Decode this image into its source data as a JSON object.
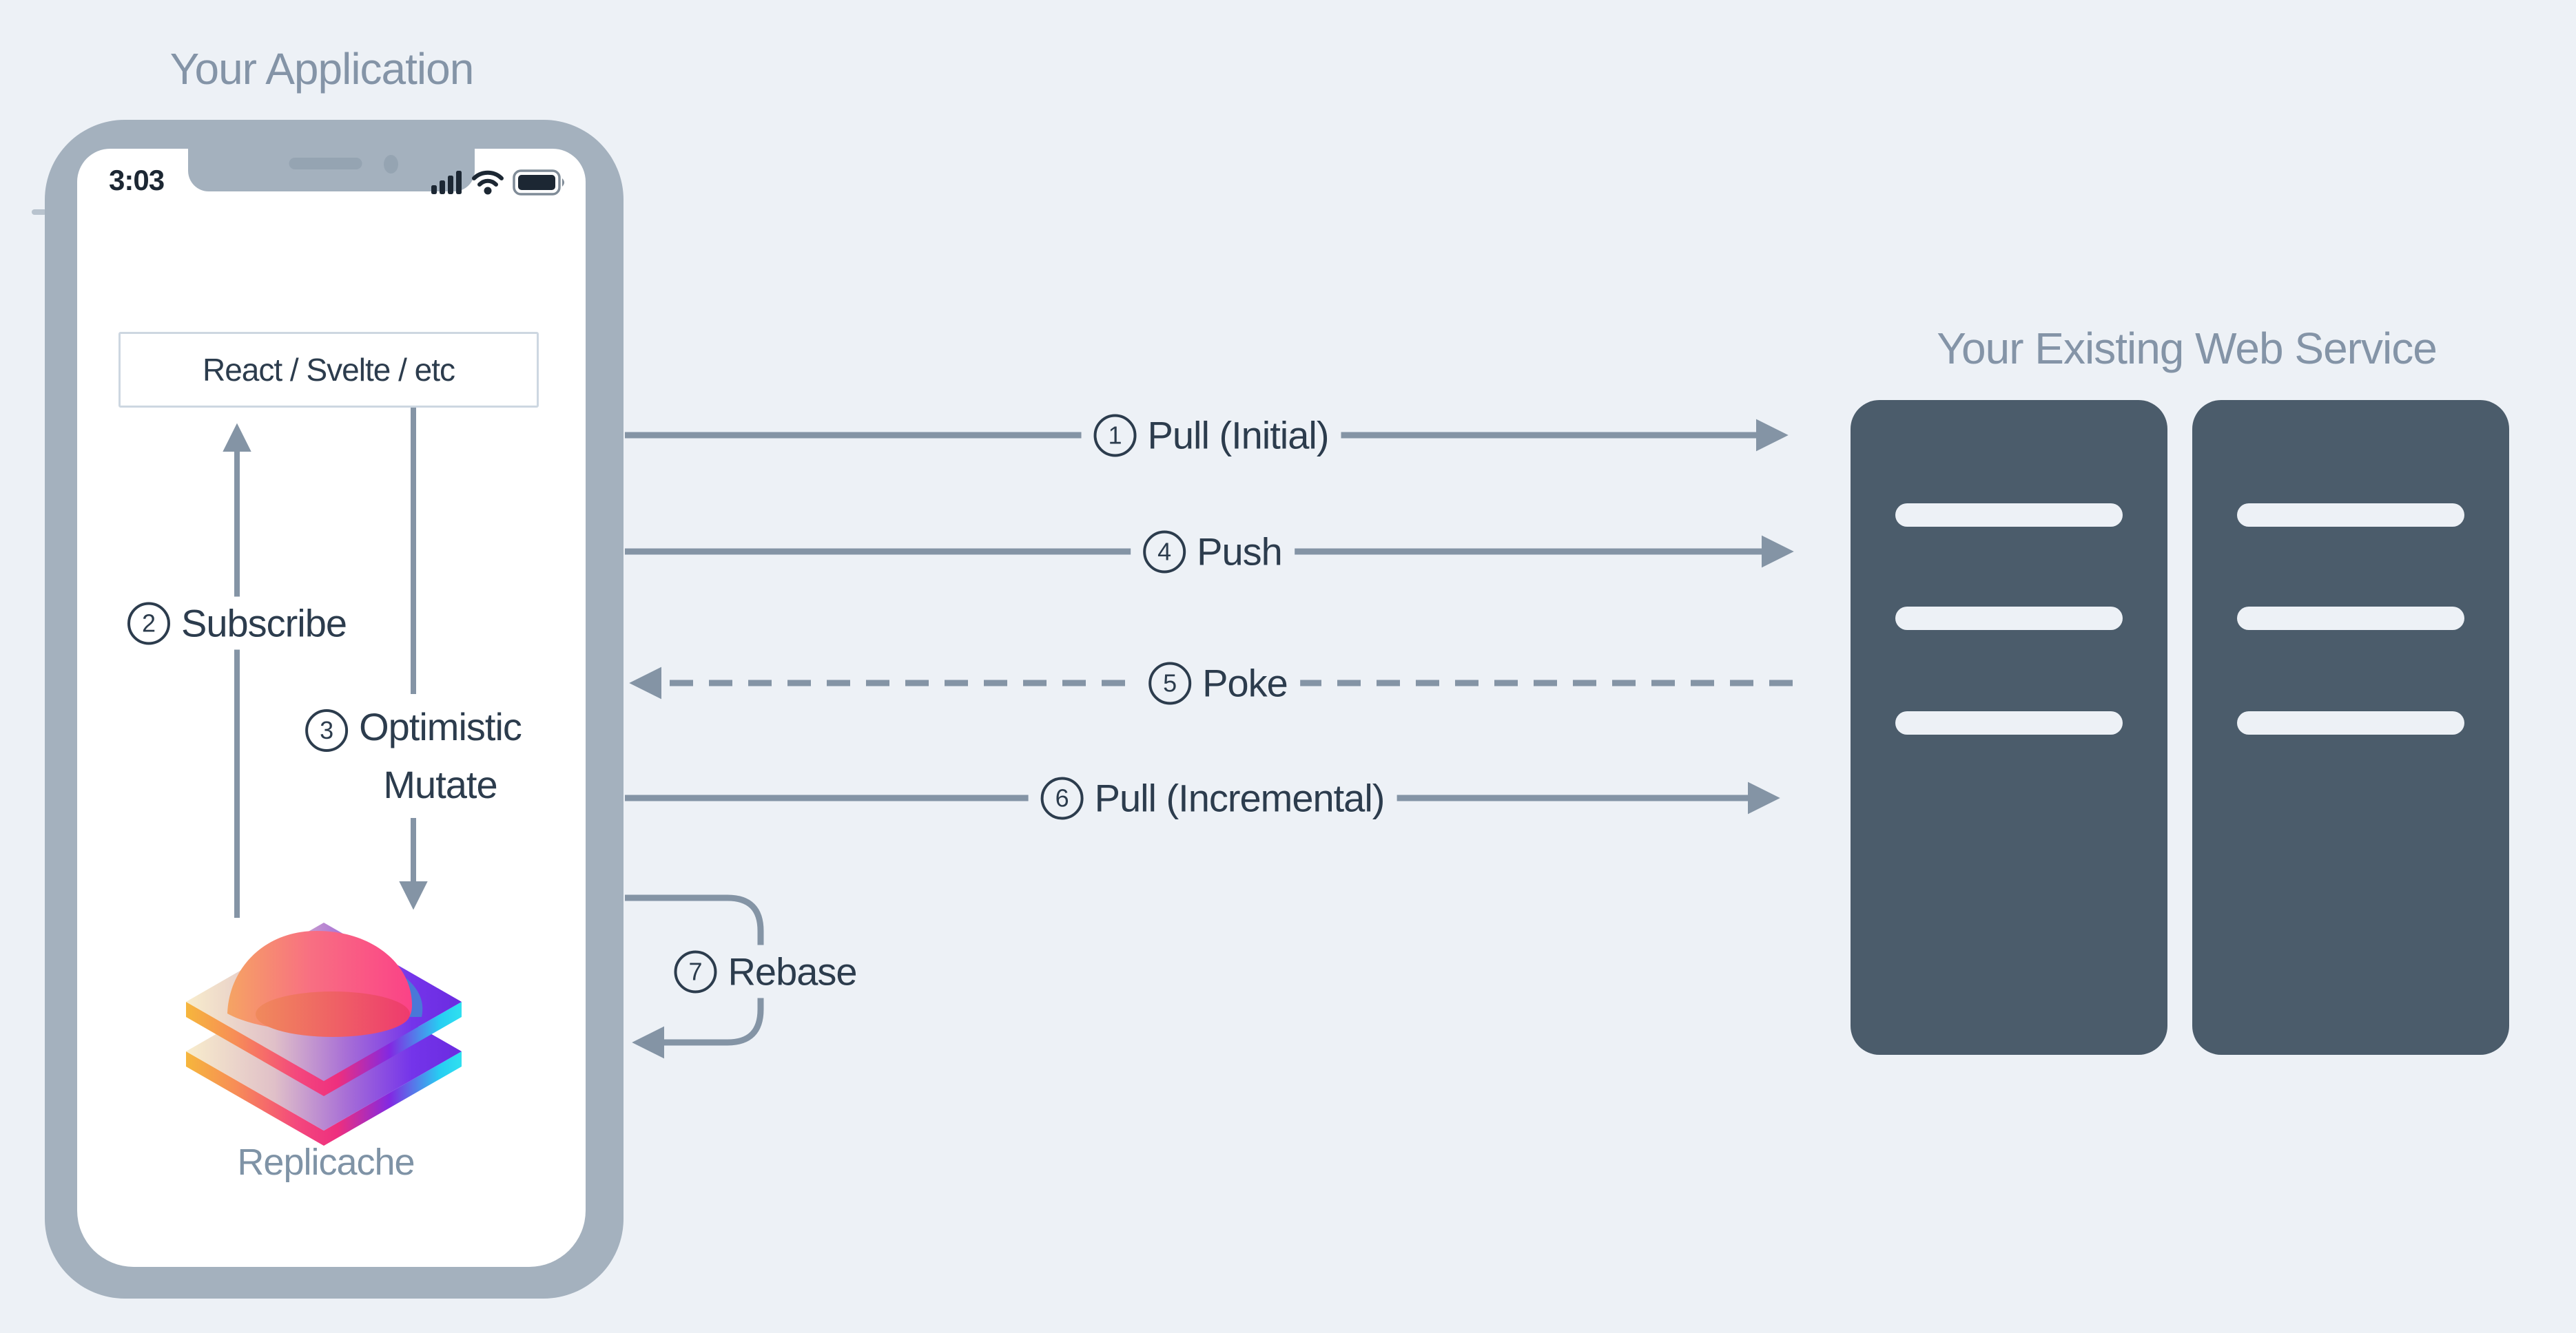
{
  "application": {
    "title": "Your Application",
    "phone": {
      "time": "3:03"
    },
    "framework_box": {
      "label": "React / Svelte / etc"
    },
    "replicache": {
      "label": "Replicache"
    },
    "internal_flows": {
      "subscribe": {
        "number": "2",
        "label": "Subscribe"
      },
      "optimistic_mutate": {
        "number": "3",
        "line1": "Optimistic",
        "line2": "Mutate"
      }
    }
  },
  "network_flows": {
    "pull_initial": {
      "number": "1",
      "label": "Pull (Initial)",
      "direction": "app-to-service"
    },
    "push": {
      "number": "4",
      "label": "Push",
      "direction": "app-to-service"
    },
    "poke": {
      "number": "5",
      "label": "Poke",
      "direction": "service-to-app",
      "style": "dashed"
    },
    "pull_incremental": {
      "number": "6",
      "label": "Pull (Incremental)",
      "direction": "app-to-service"
    },
    "rebase": {
      "number": "7",
      "label": "Rebase",
      "direction": "loop-back-to-app"
    }
  },
  "web_service": {
    "title": "Your Existing Web Service",
    "server_count": 2,
    "bars_per_server": 3
  },
  "colors": {
    "background": "#edf1f6",
    "phone_frame": "#a4b1be",
    "line_gray": "#8494a5",
    "dark_text": "#2c3c4d",
    "muted_title": "#8494a7",
    "server_fill": "#4b5c6b",
    "box_border": "#cdd7e1",
    "logo_pink": "#fb4287",
    "logo_orange": "#f6b63c",
    "logo_purple": "#6c2ce2",
    "logo_cyan": "#2fe0f0"
  }
}
